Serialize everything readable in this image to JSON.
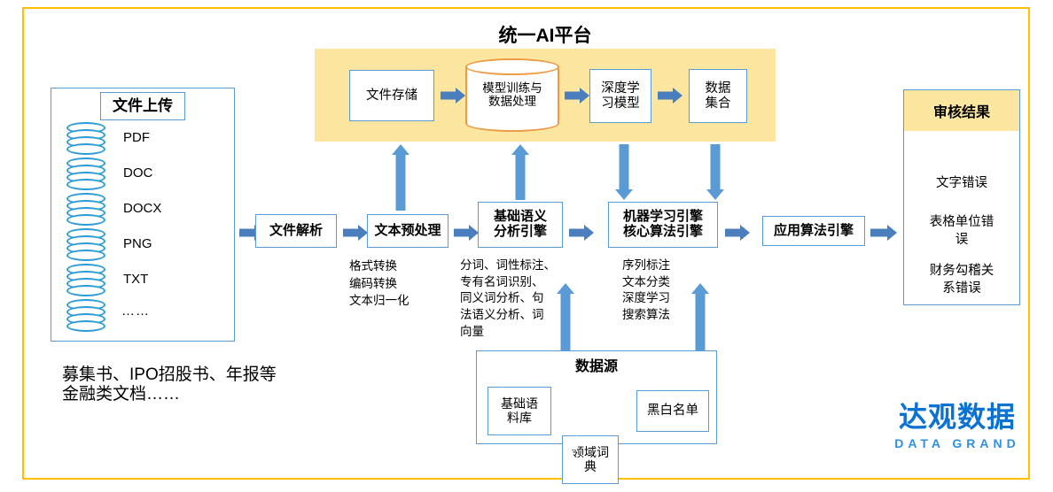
{
  "colors": {
    "frame_border": "#FFC000",
    "panel_yellow": "#FCE6A0",
    "box_border": "#5B9BD5",
    "arrow_blue": "#4A7EBC",
    "vertical_arrow_blue": "#5B9BD5",
    "cylinder_blue": "#2E9BD8",
    "cylinder_orange": "#ED9B45",
    "logo_blue": "#0A72D0"
  },
  "platform": {
    "title": "统一AI平台",
    "boxes": [
      {
        "label": "文件存储"
      },
      {
        "label": "模型训练与\n数据处理"
      },
      {
        "label": "深度学\n习模型"
      },
      {
        "label": "数据\n集合"
      }
    ],
    "box_file_storage": "文件存储",
    "box_model_training_l1": "模型训练与",
    "box_model_training_l2": "数据处理",
    "box_deep_model_l1": "深度学",
    "box_deep_model_l2": "习模型",
    "box_dataset_l1": "数据",
    "box_dataset_l2": "集合"
  },
  "upload": {
    "title": "文件上传",
    "formats": [
      "PDF",
      "DOC",
      "DOCX",
      "PNG",
      "TXT",
      "……"
    ],
    "caption_l1": "募集书、IPO招股书、年报等",
    "caption_l2": "金融类文档……"
  },
  "pipeline": {
    "file_parse": {
      "label": "文件解析"
    },
    "text_preprocess": {
      "label": "文本预处理",
      "notes_l1": "格式转换",
      "notes_l2": "编码转换",
      "notes_l3": "文本归一化"
    },
    "semantic_engine": {
      "label_l1": "基础语义",
      "label_l2": "分析引擎",
      "notes_l1": "分词、词性标注、",
      "notes_l2": "专有名词识别、",
      "notes_l3": "同义词分析、句",
      "notes_l4": "法语义分析、词",
      "notes_l5": "向量"
    },
    "ml_engine": {
      "label_l1": "机器学习引擎",
      "label_l2": "核心算法引擎",
      "notes_l1": "序列标注",
      "notes_l2": "文本分类",
      "notes_l3": "深度学习",
      "notes_l4": "搜索算法"
    },
    "app_engine": {
      "label": "应用算法引擎"
    }
  },
  "datasource": {
    "title": "数据源",
    "items": [
      {
        "l1": "基础语",
        "l2": "料库"
      },
      {
        "l1": "领域词",
        "l2": "典"
      },
      {
        "l1": "黑白名单",
        "l2": ""
      }
    ]
  },
  "results": {
    "title": "审核结果",
    "items_l1": [
      "文字错误",
      "表格单位错",
      "财务勾稽关"
    ],
    "item1": "文字错误",
    "item2_l1": "表格单位错",
    "item2_l2": "误",
    "item3_l1": "财务勾稽关",
    "item3_l2": "系错误"
  },
  "logo": {
    "cn": "达观数据",
    "en": "DATA GRAND"
  }
}
